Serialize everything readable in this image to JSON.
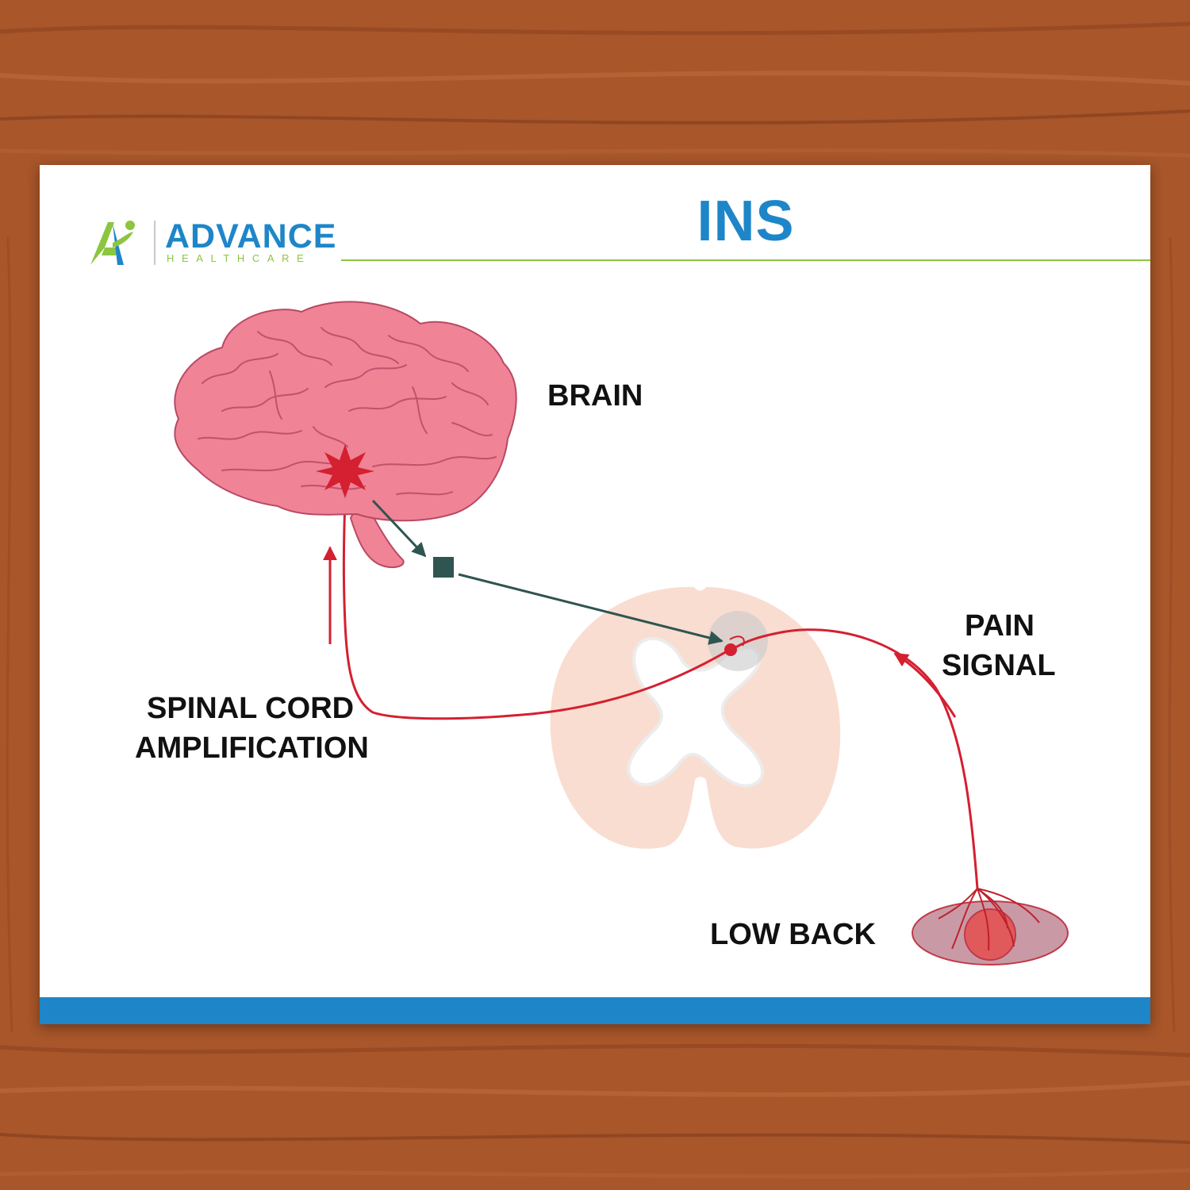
{
  "card": {
    "title": "INS"
  },
  "logo": {
    "name": "ADVANCE",
    "subtitle": "HEALTHCARE"
  },
  "labels": {
    "brain": "BRAIN",
    "pain_signal_line1": "PAIN",
    "pain_signal_line2": "SIGNAL",
    "spinal_cord_line1": "SPINAL CORD",
    "spinal_cord_line2": "AMPLIFICATION",
    "low_back": "LOW BACK"
  },
  "colors": {
    "brand_blue": "#1e86c8",
    "brand_green": "#8cc63f",
    "brain_fill": "#f08396",
    "brain_outline": "#b84a64",
    "pain_red": "#d42030",
    "descending_path": "#2f5550",
    "spinal_cord_fill": "#f9ddd1",
    "wood": "#a8562a"
  },
  "icons": {
    "logo_mark": "stylized-a-with-person-icon",
    "pain_burst": "starburst-icon"
  }
}
